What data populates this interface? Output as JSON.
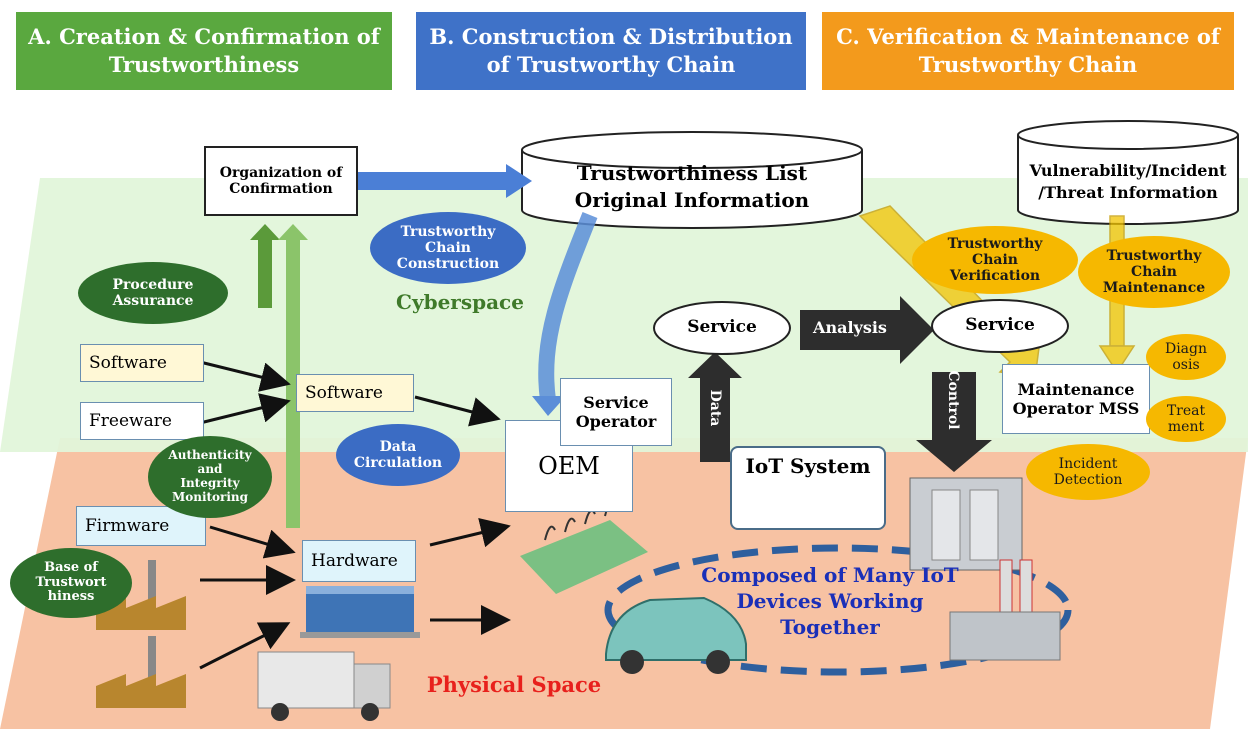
{
  "headers": {
    "a": "A. Creation & Confirmation of\nTrustworthiness",
    "b": "B. Construction & Distribution\nof Trustworthy Chain",
    "c": "C. Verification & Maintenance of\nTrustworthy Chain"
  },
  "colors": {
    "header_a": "#5aa83f",
    "header_b": "#3f72c8",
    "header_c": "#f39a1c",
    "cyberspace": "#e1f5da",
    "physical_space": "#f7c2a3",
    "cyber_label": "#3f7a2a",
    "physical_label": "#e8201c",
    "composed_label": "#1a2fb8"
  },
  "cylinders": {
    "trust_list": "Trustworthiness List\nOriginal Information",
    "vuln": "Vulnerability/Incident\n/Threat Information"
  },
  "boxes": {
    "org_confirmation": "Organization of\nConfirmation",
    "oem": "OEM",
    "service_operator": "Service\nOperator",
    "maintenance_operator": "Maintenance\nOperator MSS",
    "iot_system": "IoT System"
  },
  "notes": {
    "software1": "Software",
    "freeware": "Freeware",
    "software2": "Software",
    "firmware": "Firmware",
    "hardware": "Hardware"
  },
  "ellipses": {
    "procedure": "Procedure\nAssurance",
    "trust_chain_construction": "Trustworthy\nChain\nConstruction",
    "data_circulation": "Data\nCirculation",
    "authenticity": "Authenticity\nand\nIntegrity\nMonitoring",
    "base_trust": "Base of\nTrustwort\nhiness",
    "chain_verification": "Trustworthy\nChain\nVerification",
    "chain_maintenance": "Trustworthy\nChain\nMaintenance",
    "diagnosis": "Diagn\nosis",
    "treatment": "Treat\nment",
    "incident": "Incident\nDetection"
  },
  "clouds": {
    "service1": "Service",
    "service2": "Service"
  },
  "arrows": {
    "analysis": "Analysis",
    "data": "Data",
    "control": "Control"
  },
  "labels": {
    "cyberspace": "Cyberspace",
    "physical": "Physical Space",
    "composed": "Composed of Many IoT\nDevices Working\nTogether"
  }
}
